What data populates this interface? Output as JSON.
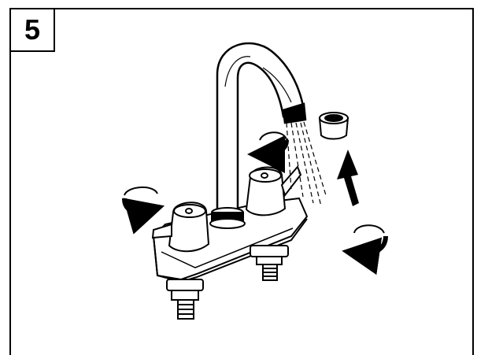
{
  "step": {
    "number": "5"
  },
  "colors": {
    "line": "#000000",
    "background": "#ffffff",
    "shade": "#d8d8d8"
  },
  "parts": {
    "faucet": "two-handle-faucet-with-gooseneck-spout",
    "aerator": "aerator",
    "arrows": [
      "rotate-arrow-left-handle",
      "rotate-arrow-spout-tip",
      "rotate-arrow-right",
      "remove-aerator-up-arrow"
    ]
  }
}
